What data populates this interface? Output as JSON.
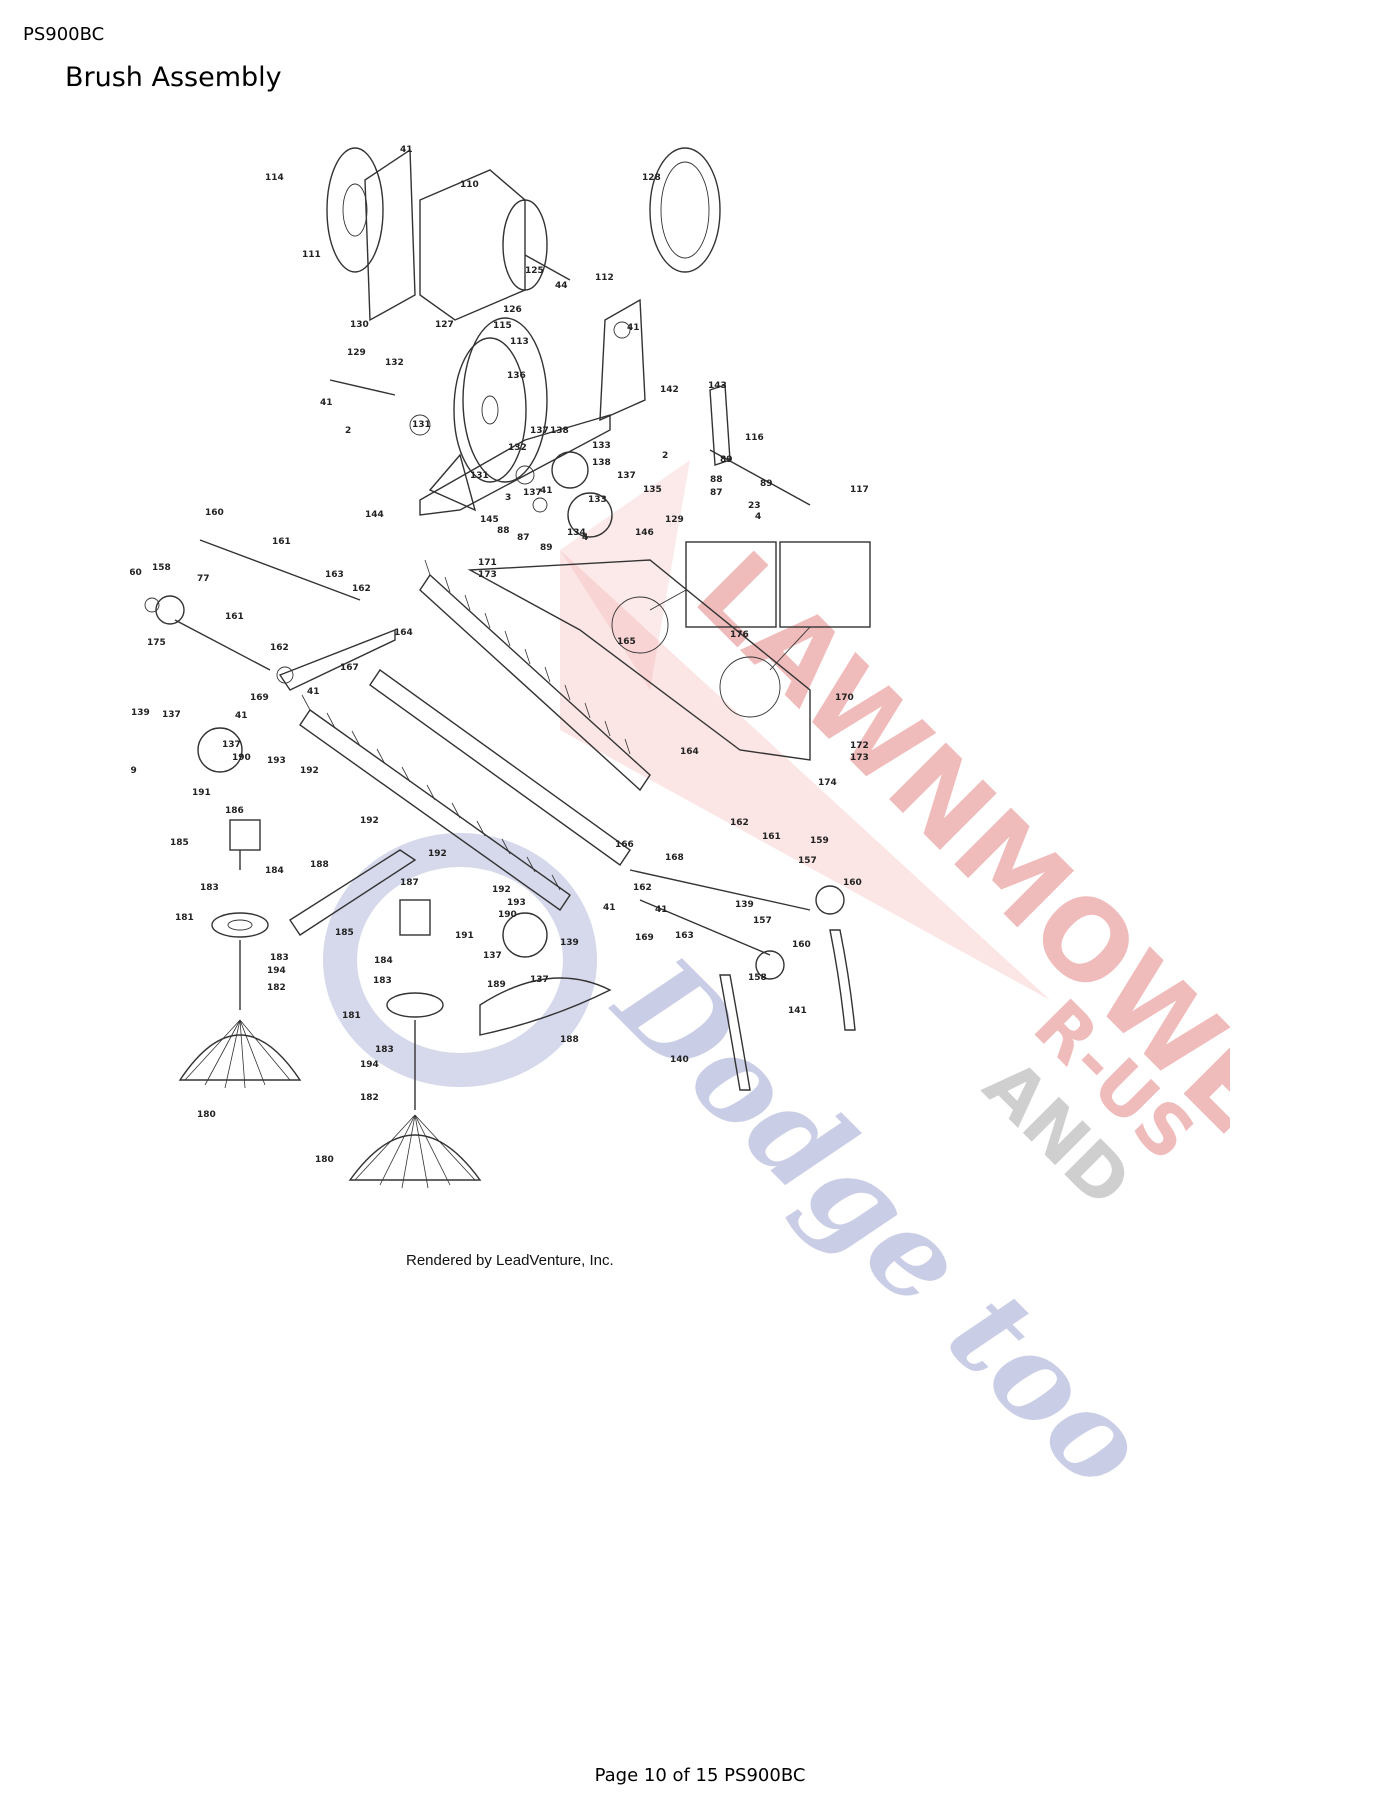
{
  "header": {
    "model": "PS900BC",
    "title": "Brush Assembly"
  },
  "diagram": {
    "credit": "Rendered by LeadVenture, Inc.",
    "watermark": {
      "line1": "LAWNMOWERS",
      "line2": "R-US",
      "line3": "AND",
      "line4": "Dodge too",
      "red": "#e06a6a",
      "blue": "#6a72b8",
      "gray": "#888888"
    }
  },
  "footer": {
    "page_label": "Page 10 of 15 PS900BC"
  }
}
